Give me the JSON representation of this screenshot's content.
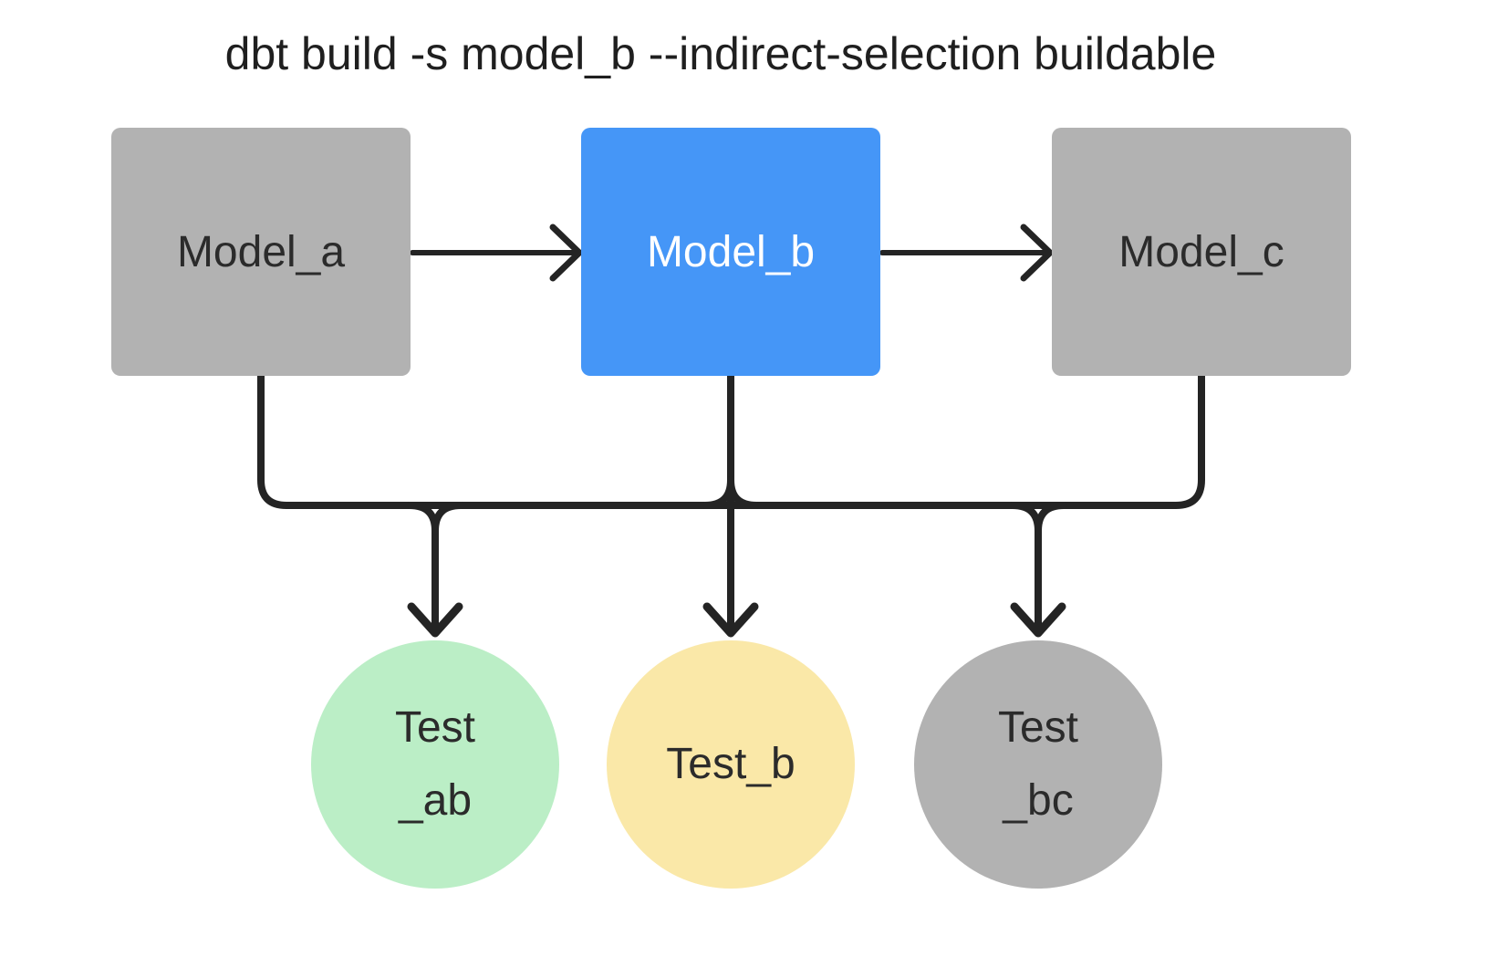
{
  "title": "dbt build -s model_b --indirect-selection buildable",
  "colors": {
    "node_gray": "#b2b2b2",
    "node_blue": "#4596f7",
    "node_green": "#bbeec6",
    "node_yellow": "#fae8a8",
    "edge": "#242424"
  },
  "nodes": {
    "models": [
      {
        "id": "model_a",
        "label": "Model_a",
        "color": "gray"
      },
      {
        "id": "model_b",
        "label": "Model_b",
        "color": "blue",
        "selected": true
      },
      {
        "id": "model_c",
        "label": "Model_c",
        "color": "gray"
      }
    ],
    "tests": [
      {
        "id": "test_ab",
        "line1": "Test",
        "line2": "_ab",
        "color": "green"
      },
      {
        "id": "test_b",
        "line1": "Test_b",
        "line2": "",
        "color": "yellow"
      },
      {
        "id": "test_bc",
        "line1": "Test",
        "line2": "_bc",
        "color": "gray"
      }
    ]
  },
  "edges": [
    "model_a -> model_b",
    "model_b -> model_c",
    "model_a -> test_ab",
    "model_b -> test_ab",
    "model_b -> test_b",
    "model_b -> test_bc",
    "model_c -> test_bc"
  ]
}
